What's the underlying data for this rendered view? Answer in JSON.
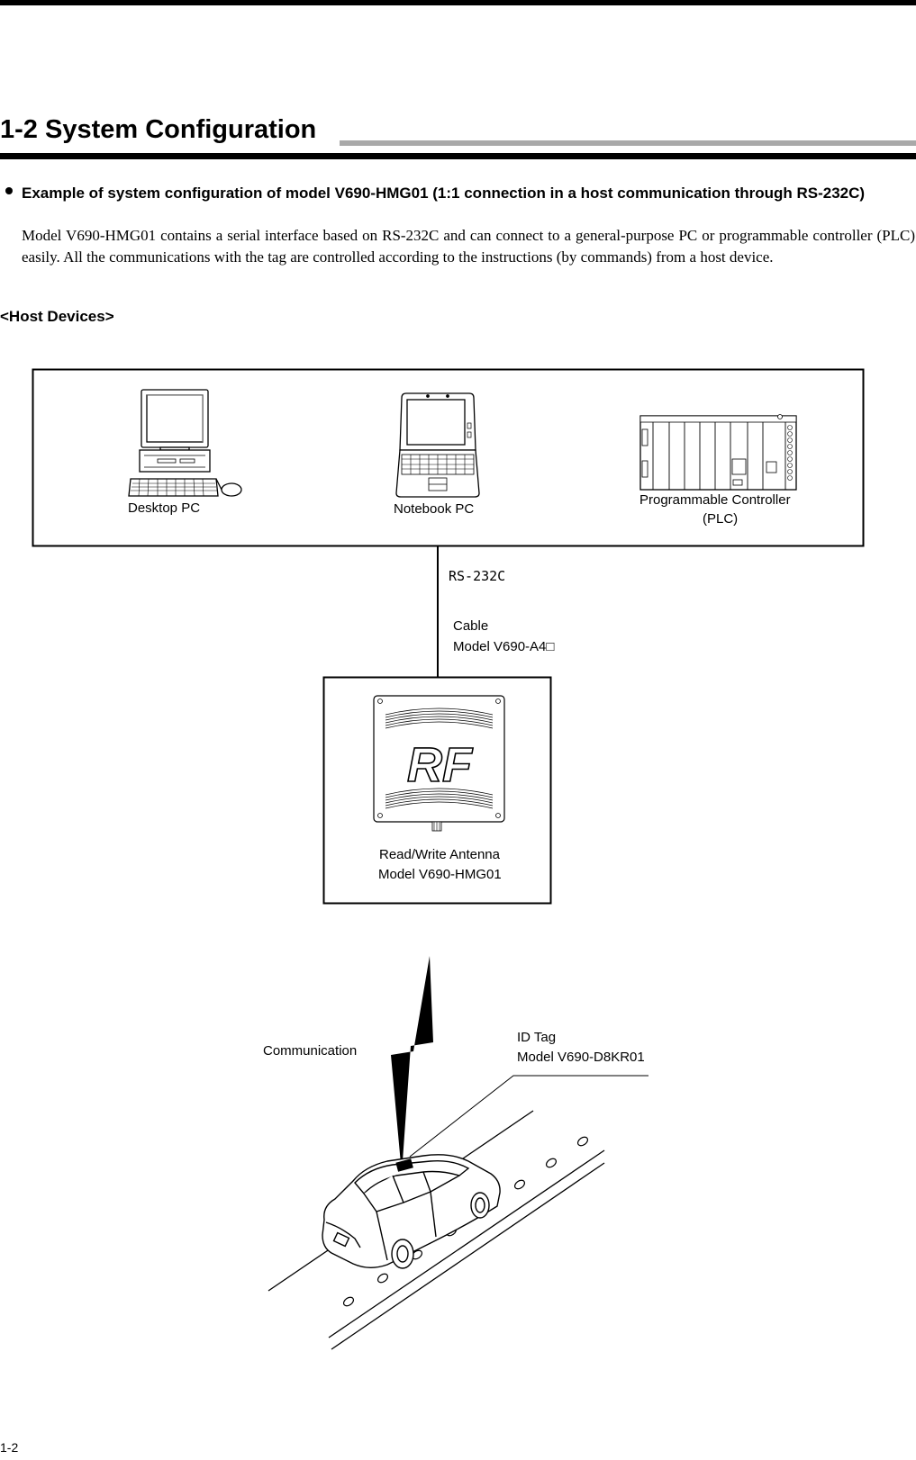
{
  "page": {
    "section_title": "1-2  System Configuration",
    "page_number": "1-2"
  },
  "intro": {
    "heading": "Example of system configuration of model V690-HMG01 (1:1 connection in a host communication through RS-232C)",
    "body": "Model V690-HMG01 contains a serial interface based on RS-232C and can connect to a general-purpose PC or programmable controller (PLC) easily.  All the communications with the tag are controlled according to the instructions (by commands) from a host device."
  },
  "diagram": {
    "host_devices_label": "<Host Devices>",
    "desktop_pc": "Desktop PC",
    "notebook_pc": "Notebook PC",
    "plc_line1": "Programmable Controller",
    "plc_line2": "(PLC)",
    "interface": "RS-232C",
    "cable_line1": "Cable",
    "cable_line2": "Model V690-A4□",
    "antenna_line1": "Read/Write Antenna",
    "antenna_line2": "Model V690-HMG01",
    "antenna_logo": "RF",
    "communication": "Communication",
    "tag_line1": "ID Tag",
    "tag_line2": "Model V690-D8KR01"
  }
}
